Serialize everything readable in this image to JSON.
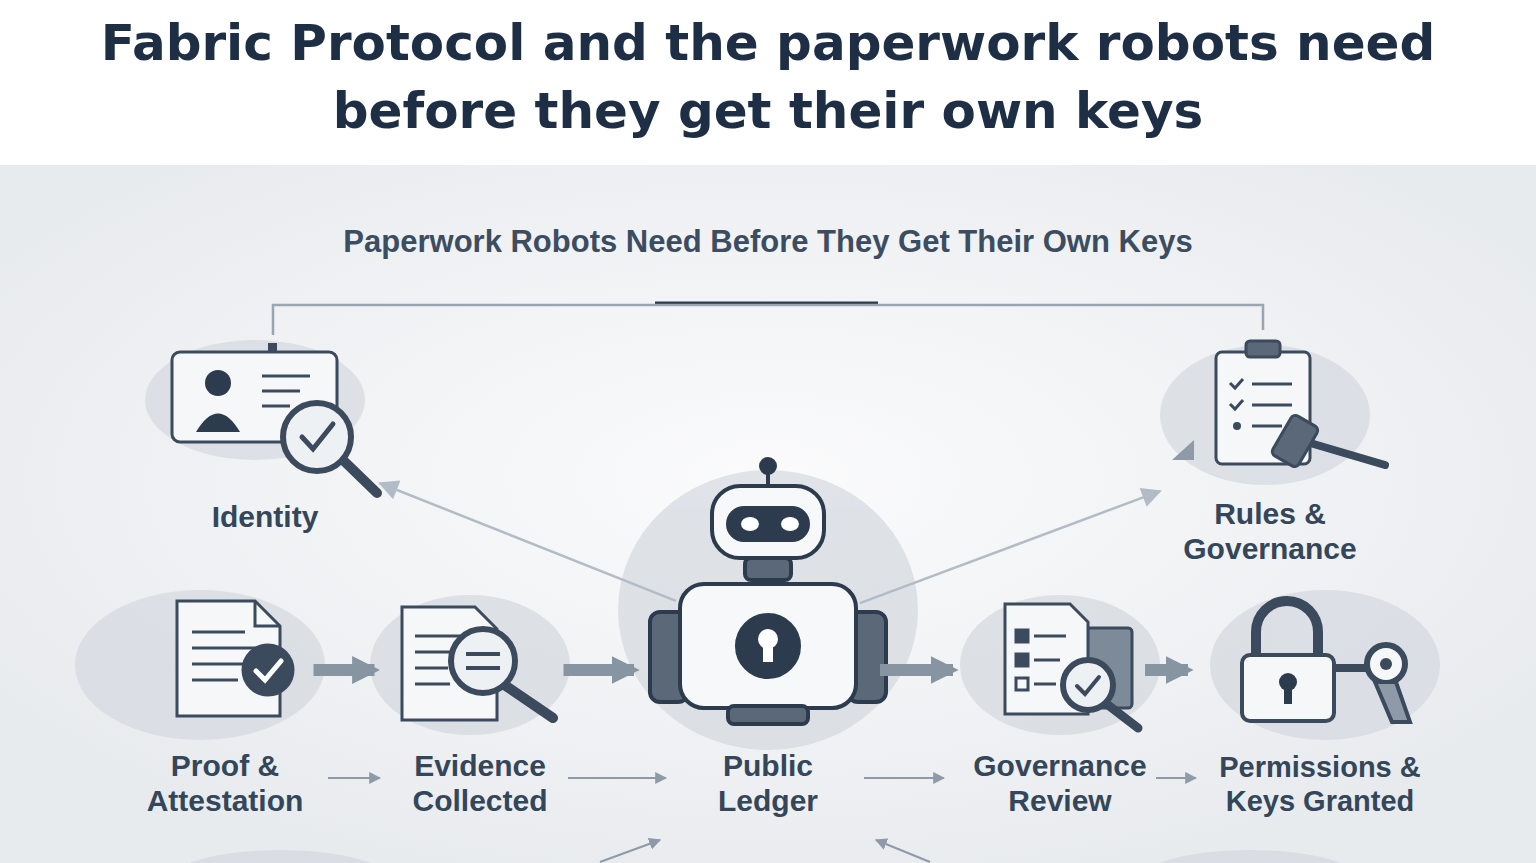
{
  "diagram": {
    "title": "Fabric Protocol and the paperwork robots need before they get their own keys",
    "nodes": [
      {
        "text": [
          "Identity"
        ]
      },
      {
        "text": [
          "Rules & Governance"
        ]
      },
      {
        "text": [
          "Proof & Attestation"
        ]
      },
      {
        "text": [
          "Evidence Collected"
        ]
      },
      {
        "text": [
          "Public Ledger"
        ]
      },
      {
        "text": [
          "Governance Review"
        ]
      },
      {
        "text": [
          "Permissions & Keys Granted"
        ]
      }
    ],
    "edges": [
      {
        "from": 2,
        "to": 3,
        "arrow": "to"
      },
      {
        "from": 3,
        "to": 4,
        "arrow": "to"
      },
      {
        "from": 4,
        "to": 5,
        "arrow": "to"
      },
      {
        "from": 5,
        "to": 6,
        "arrow": "to"
      },
      {
        "from": 4,
        "to": 0,
        "arrow": "to"
      },
      {
        "from": 4,
        "to": 1,
        "arrow": "to"
      },
      {
        "from": 0,
        "to": 1,
        "arrow": "none"
      }
    ],
    "labels": [
      "Paperwork Robots Need Before They Get Their Own Keys"
    ]
  }
}
